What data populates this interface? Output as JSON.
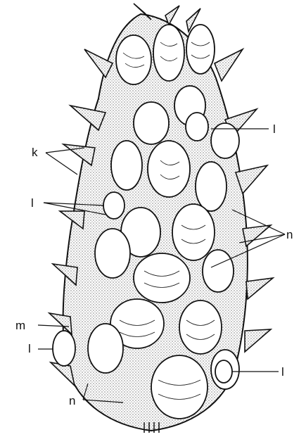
{
  "figure": {
    "labels": {
      "k": "k",
      "l_upper_right": "l",
      "l_left": "l",
      "n_right": "n",
      "m": "m",
      "l_lower_left": "l",
      "l_lower_right": "l",
      "n_lower": "n"
    },
    "colors": {
      "ink": "#111111",
      "paper": "#ffffff",
      "stipple": "#3a3a3a"
    }
  }
}
